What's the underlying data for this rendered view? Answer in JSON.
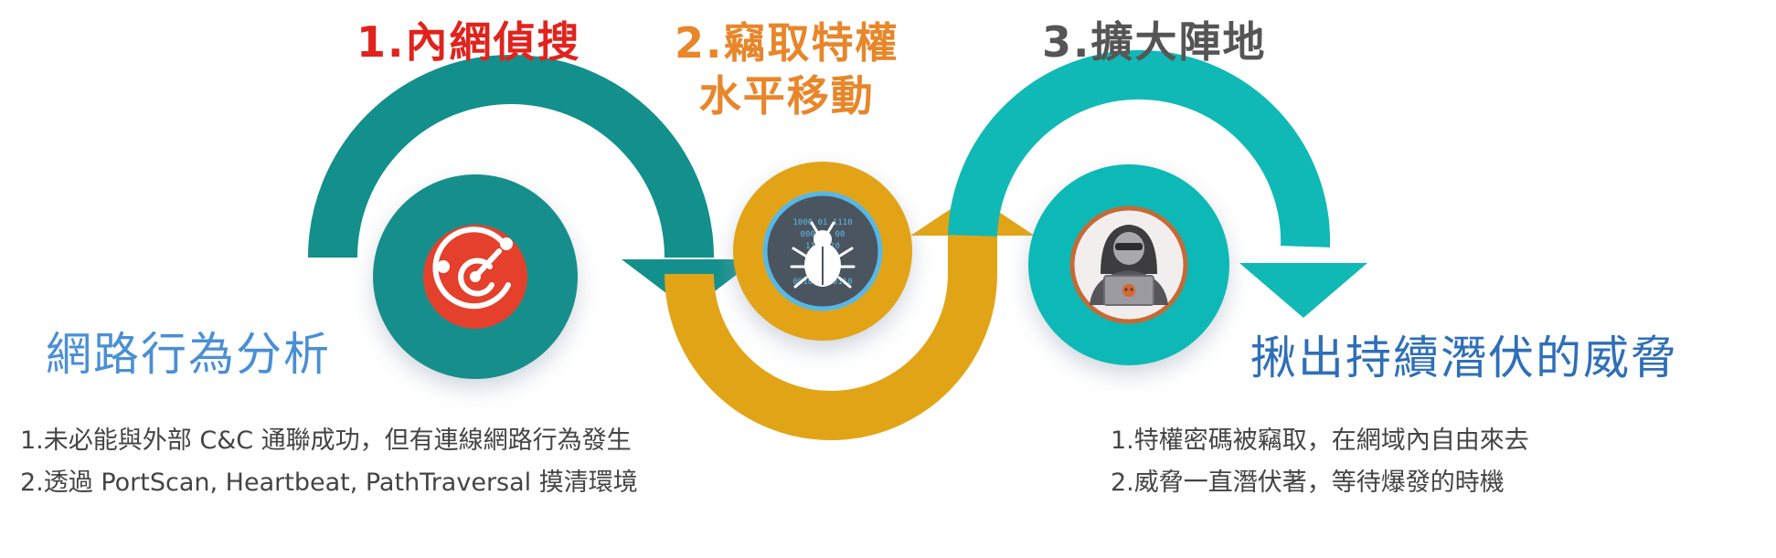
{
  "stages": [
    {
      "title": "1.內網偵搜",
      "color": "#e0231c",
      "arrow_color": "#138f8c",
      "icon": "radar-icon"
    },
    {
      "title_lines": [
        "2.竊取特權",
        "水平移動"
      ],
      "color": "#e8862a",
      "arrow_color": "#e2a417",
      "icon": "bug-icon"
    },
    {
      "title": "3.擴大陣地",
      "color": "#555555",
      "arrow_color": "#10b9b6",
      "icon": "hacker-icon"
    }
  ],
  "bug_icon_digits": [
    "1000 01 1110",
    "0001   1 00",
    "110        010",
    "00          0",
    "100        011",
    "001010 00110"
  ],
  "left": {
    "heading": "網路行為分析",
    "items": [
      "1.未必能與外部 C&C 通聯成功，但有連線網路行為發生",
      "2.透過 PortScan, Heartbeat, PathTraversal 摸清環境"
    ]
  },
  "right": {
    "heading": "揪出持續潛伏的威脅",
    "items": [
      "1.特權密碼被竊取，在網域內自由來去",
      "2.威脅一直潛伏著，等待爆發的時機"
    ]
  }
}
